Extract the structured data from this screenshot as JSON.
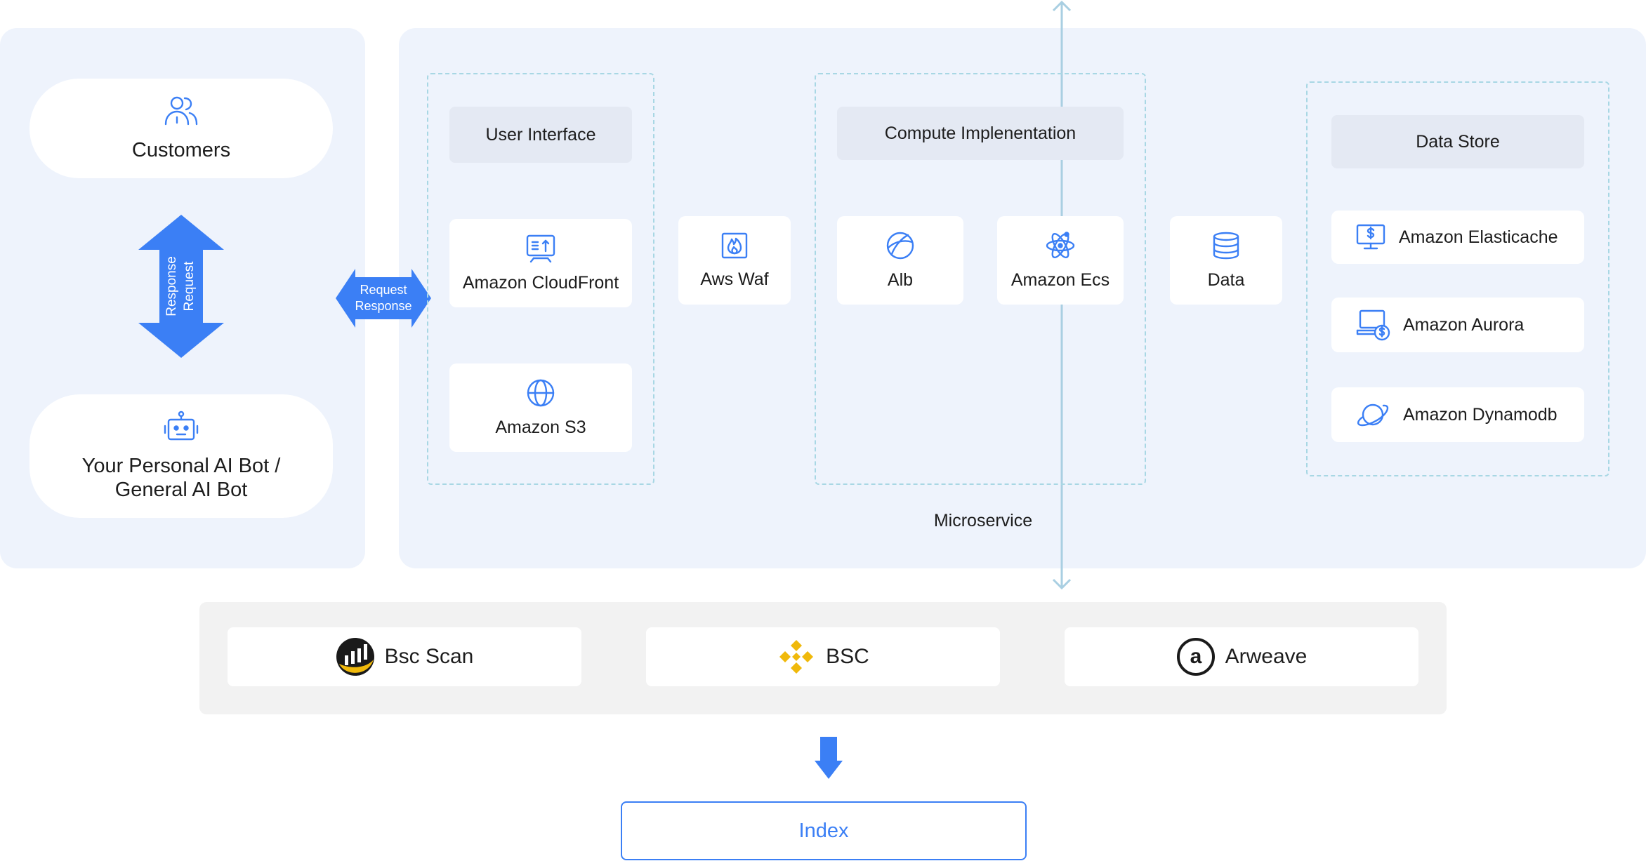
{
  "colors": {
    "accent": "#3b7ff5",
    "panel": "#eef3fc",
    "dashed": "#a8d7e4",
    "header": "#e4e9f3",
    "band": "#f2f2f2",
    "bscscan_gold": "#f0b90b"
  },
  "actors": {
    "customers": {
      "label": "Customers",
      "icon": "users-icon"
    },
    "bot": {
      "label_line1": "Your Personal AI Bot /",
      "label_line2": "General AI Bot",
      "icon": "robot-icon"
    }
  },
  "vertical_arrow": {
    "label_top": "Response",
    "label_bottom": "Request"
  },
  "horizontal_arrow": {
    "label_top": "Request",
    "label_bottom": "Response"
  },
  "user_interface": {
    "header": "User Interface",
    "items": [
      {
        "label": "Amazon CloudFront",
        "icon": "presentation-icon"
      },
      {
        "label": "Amazon S3",
        "icon": "globe-icon"
      }
    ]
  },
  "waf": {
    "label": "Aws Waf",
    "icon": "firewall-icon"
  },
  "compute": {
    "header": "Compute Implenentation",
    "items": [
      {
        "label": "Alb",
        "icon": "sphere-icon"
      },
      {
        "label": "Amazon Ecs",
        "icon": "atom-icon"
      }
    ]
  },
  "data": {
    "label": "Data",
    "icon": "database-icon"
  },
  "data_store": {
    "header": "Data Store",
    "items": [
      {
        "label": "Amazon Elasticache",
        "icon": "monitor-dollar-icon"
      },
      {
        "label": "Amazon Aurora",
        "icon": "computer-dollar-icon"
      },
      {
        "label": "Amazon Dynamodb",
        "icon": "planet-icon"
      }
    ]
  },
  "microservice_label": "Microservice",
  "chains": [
    {
      "label": "Bsc Scan",
      "icon": "bscscan-logo-icon"
    },
    {
      "label": "BSC",
      "icon": "binance-logo-icon"
    },
    {
      "label": "Arweave",
      "icon": "arweave-logo-icon"
    }
  ],
  "index": {
    "label": "Index"
  }
}
